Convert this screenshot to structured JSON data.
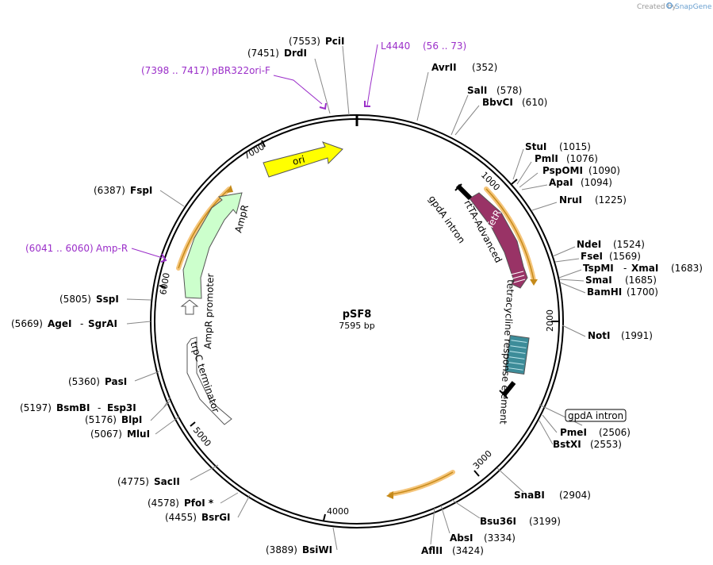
{
  "app": {
    "credit_prefix": "Created by",
    "brand": "SnapGene"
  },
  "plasmid": {
    "name": "pSF8",
    "length_label": "7595 bp",
    "length_bp": 7595
  },
  "ticks": [
    "1000",
    "2000",
    "3000",
    "4000",
    "5000",
    "6000",
    "7000"
  ],
  "sites": [
    {
      "id": "pcii",
      "name": "PciI",
      "pos": "(7553)"
    },
    {
      "id": "drdi",
      "name": "DrdI",
      "pos": "(7451)"
    },
    {
      "id": "avrii",
      "name": "AvrII",
      "pos": "(352)"
    },
    {
      "id": "sali",
      "name": "SalI",
      "pos": "(578)"
    },
    {
      "id": "bbvci",
      "name": "BbvCI",
      "pos": "(610)"
    },
    {
      "id": "stui",
      "name": "StuI",
      "pos": "(1015)"
    },
    {
      "id": "pmli",
      "name": "PmlI",
      "pos": "(1076)"
    },
    {
      "id": "pspomi",
      "name": "PspOMI",
      "pos": "(1090)"
    },
    {
      "id": "apai",
      "name": "ApaI",
      "pos": "(1094)"
    },
    {
      "id": "nrui",
      "name": "NruI",
      "pos": "(1225)"
    },
    {
      "id": "ndei",
      "name": "NdeI",
      "pos": "(1524)"
    },
    {
      "id": "fsei",
      "name": "FseI",
      "pos": "(1569)"
    },
    {
      "id": "tspmi",
      "name": "TspMI",
      "sep": "-",
      "name2": "XmaI",
      "pos": "(1683)"
    },
    {
      "id": "smai",
      "name": "SmaI",
      "pos": "(1685)"
    },
    {
      "id": "bamhi",
      "name": "BamHI",
      "pos": "(1700)"
    },
    {
      "id": "noti",
      "name": "NotI",
      "pos": "(1991)"
    },
    {
      "id": "pmei",
      "name": "PmeI",
      "pos": "(2506)"
    },
    {
      "id": "bstxi",
      "name": "BstXI",
      "pos": "(2553)"
    },
    {
      "id": "snabi",
      "name": "SnaBI",
      "pos": "(2904)"
    },
    {
      "id": "bsu36i",
      "name": "Bsu36I",
      "pos": "(3199)"
    },
    {
      "id": "absi",
      "name": "AbsI",
      "pos": "(3334)"
    },
    {
      "id": "aflii",
      "name": "AflII",
      "pos": "(3424)"
    },
    {
      "id": "bsiwi",
      "name": "BsiWI",
      "pos": "(3889)"
    },
    {
      "id": "bsrgi",
      "name": "BsrGI",
      "pos": "(4455)"
    },
    {
      "id": "pfoi",
      "name": "PfoI *",
      "pos": "(4578)"
    },
    {
      "id": "sacii",
      "name": "SacII",
      "pos": "(4775)"
    },
    {
      "id": "mlui",
      "name": "MluI",
      "pos": "(5067)"
    },
    {
      "id": "blpi",
      "name": "BlpI",
      "pos": "(5176)"
    },
    {
      "id": "bsmbi",
      "name": "BsmBI",
      "sep": "-",
      "name2": "Esp3I",
      "pos": "(5197)"
    },
    {
      "id": "pasi",
      "name": "PasI",
      "pos": "(5360)"
    },
    {
      "id": "agei",
      "name": "AgeI",
      "sep": "-",
      "name2": "SgrAI",
      "pos": "(5669)"
    },
    {
      "id": "sspi",
      "name": "SspI",
      "pos": "(5805)"
    },
    {
      "id": "fspi",
      "name": "FspI",
      "pos": "(6387)"
    }
  ],
  "primers": [
    {
      "id": "l4440",
      "name": "L4440",
      "range": "(56 .. 73)"
    },
    {
      "id": "pbr322",
      "name": "pBR322ori-F",
      "range": "(7398 .. 7417)"
    },
    {
      "id": "ampr-primer",
      "name": "Amp-R",
      "range": "(6041 .. 6060)"
    }
  ],
  "features": [
    {
      "id": "ori",
      "label": "ori",
      "color": "#ffff00"
    },
    {
      "id": "ampr",
      "label": "AmpR",
      "color": "#ccffcc"
    },
    {
      "id": "ampr-promoter",
      "label": "AmpR promoter",
      "color": "#ffffff"
    },
    {
      "id": "trpc",
      "label": "trpC terminator",
      "color": "#ffffff"
    },
    {
      "id": "rtetr",
      "label": "rTetR",
      "color": "#993366"
    },
    {
      "id": "rtta",
      "label": "rtTA-Advanced"
    },
    {
      "id": "gpda1",
      "label": "gpdA intron"
    },
    {
      "id": "tre",
      "label": "tetracycline response element",
      "color": "#3d8c99"
    },
    {
      "id": "gpda2",
      "label": "gpdA intron"
    }
  ],
  "colors": {
    "orf_highlight": "#f5c57a",
    "orf_arrow": "#c58a1a",
    "primer": "#9b2fc9"
  }
}
